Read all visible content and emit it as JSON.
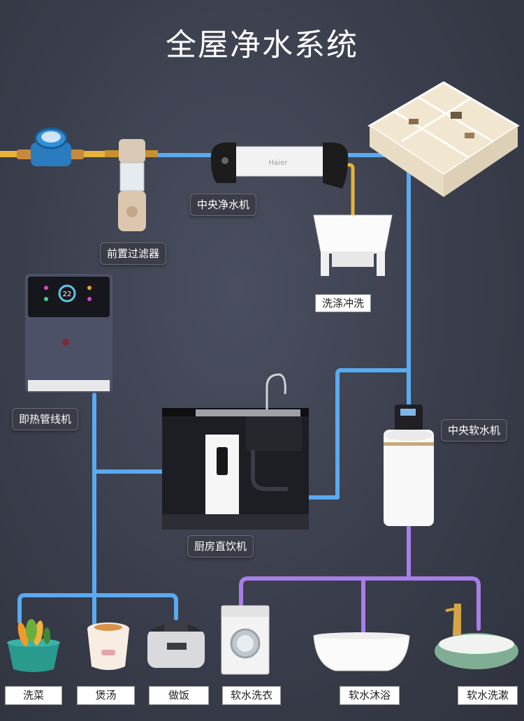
{
  "title": "全屋净水系统",
  "labels": {
    "prefilter": "前置过滤器",
    "central_purifier": "中央净水机",
    "washbasin": "洗涤冲洗",
    "instant_heater": "即热管线机",
    "central_softener": "中央软水机",
    "kitchen_purifier": "厨房直饮机"
  },
  "bottom": {
    "veg": "洗菜",
    "soup": "煲汤",
    "rice": "做饭",
    "laundry": "软水洗衣",
    "bath": "软水沐浴",
    "wash": "软水洗漱"
  },
  "colors": {
    "pipe_blue": "#5aaaf0",
    "pipe_yellow": "#e8b53a",
    "pipe_purple": "#a87ee8",
    "background": "#3c4050"
  },
  "devices": {
    "instant_heater_display": "22",
    "brand": "Haier"
  }
}
